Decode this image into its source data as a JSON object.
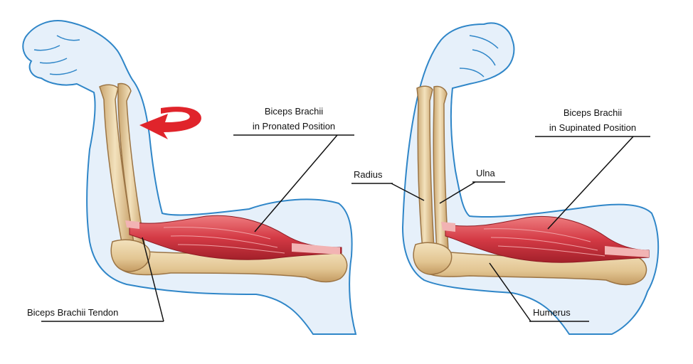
{
  "colors": {
    "skin_fill": "#e6f0fa",
    "skin_outline": "#2f86c8",
    "bone": "#e9d3a6",
    "bone_shadow": "#c9a56f",
    "muscle": "#d43a45",
    "tendon": "#f2b3b3",
    "arrow": "#e0242b",
    "leader_line": "#111111"
  },
  "left_panel": {
    "label_muscle_line1": "Biceps Brachii",
    "label_muscle_line2": "in Pronated Position",
    "label_tendon": "Biceps Brachii Tendon",
    "rotation_arrow_icon": "curved-arrow-icon"
  },
  "right_panel": {
    "label_muscle_line1": "Biceps Brachii",
    "label_muscle_line2": "in Supinated Position",
    "label_radius": "Radius",
    "label_ulna": "Ulna",
    "label_humerus": "Humerus"
  }
}
